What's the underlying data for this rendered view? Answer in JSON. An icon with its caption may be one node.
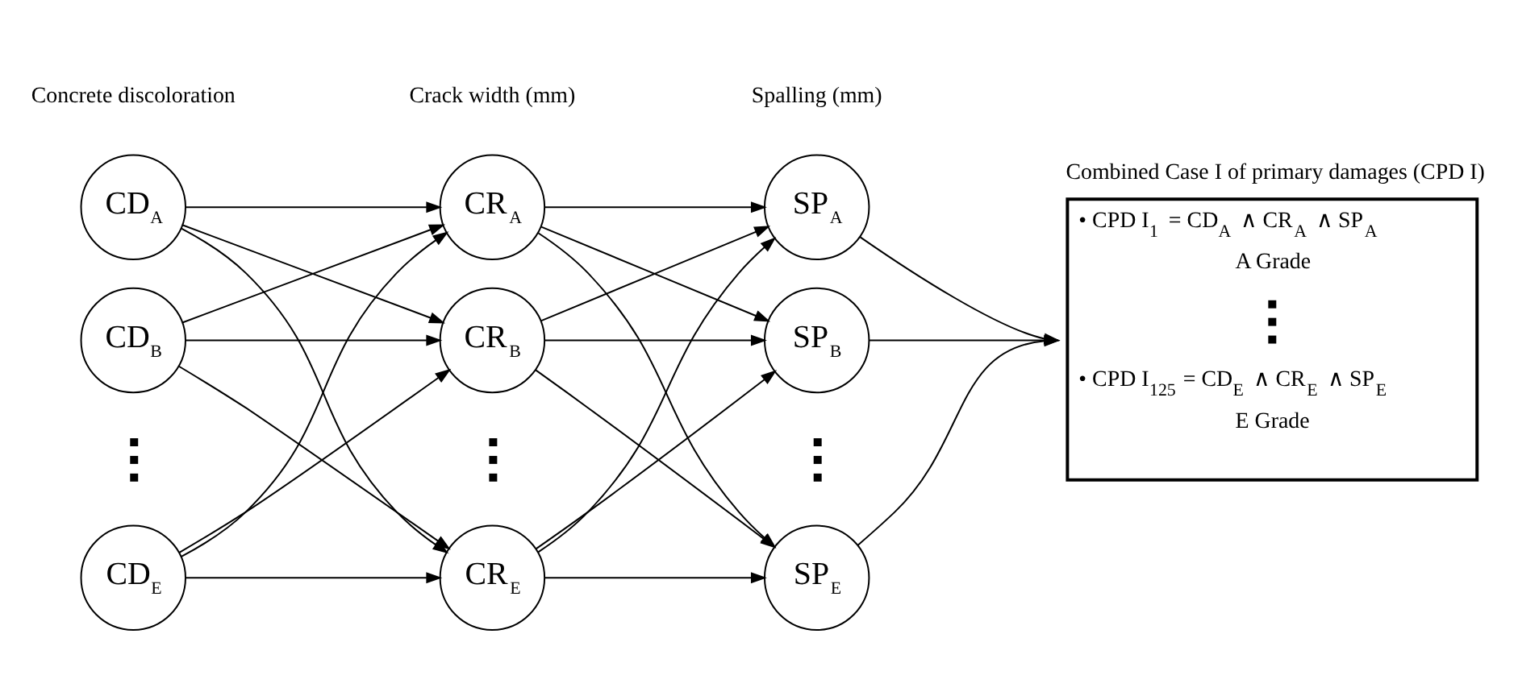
{
  "diagram": {
    "nodes": [
      {
        "text": [
          "CD$_{A}$"
        ]
      },
      {
        "text": [
          "CD$_{B}$"
        ]
      },
      {
        "text": [
          "CD$_{E}$"
        ]
      },
      {
        "text": [
          "CR$_{A}$"
        ]
      },
      {
        "text": [
          "CR$_{B}$"
        ]
      },
      {
        "text": [
          "CR$_{E}$"
        ]
      },
      {
        "text": [
          "SP$_{A}$"
        ]
      },
      {
        "text": [
          "SP$_{B}$"
        ]
      },
      {
        "text": [
          "SP$_{E}$"
        ]
      },
      {
        "text": [
          "Combined Case I of primary damages (CPD I)",
          "• CPD I$_{1}$ = CD$_{A}$ ∧ CR$_{A}$ ∧ SP$_{A}$",
          "A Grade",
          "• CPD I$_{125}$ = CD$_{E}$ ∧ CR$_{E}$ ∧ SP$_{E}$",
          "E Grade"
        ]
      }
    ],
    "edges": [
      {
        "from": 0,
        "to": 3,
        "arrow": "to"
      },
      {
        "from": 0,
        "to": 4,
        "arrow": "to"
      },
      {
        "from": 0,
        "to": 5,
        "arrow": "to"
      },
      {
        "from": 1,
        "to": 3,
        "arrow": "to"
      },
      {
        "from": 1,
        "to": 4,
        "arrow": "to"
      },
      {
        "from": 1,
        "to": 5,
        "arrow": "to"
      },
      {
        "from": 2,
        "to": 3,
        "arrow": "to"
      },
      {
        "from": 2,
        "to": 4,
        "arrow": "to"
      },
      {
        "from": 2,
        "to": 5,
        "arrow": "to"
      },
      {
        "from": 3,
        "to": 6,
        "arrow": "to"
      },
      {
        "from": 3,
        "to": 7,
        "arrow": "to"
      },
      {
        "from": 3,
        "to": 8,
        "arrow": "to"
      },
      {
        "from": 4,
        "to": 6,
        "arrow": "to"
      },
      {
        "from": 4,
        "to": 7,
        "arrow": "to"
      },
      {
        "from": 4,
        "to": 8,
        "arrow": "to"
      },
      {
        "from": 5,
        "to": 6,
        "arrow": "to"
      },
      {
        "from": 5,
        "to": 7,
        "arrow": "to"
      },
      {
        "from": 5,
        "to": 8,
        "arrow": "to"
      },
      {
        "from": 6,
        "to": 9,
        "arrow": "to"
      },
      {
        "from": 7,
        "to": 9,
        "arrow": "to"
      },
      {
        "from": 8,
        "to": 9,
        "arrow": "to"
      }
    ],
    "labels": [
      "Concrete discoloration",
      "Crack width (mm)",
      "Spalling (mm)"
    ]
  }
}
